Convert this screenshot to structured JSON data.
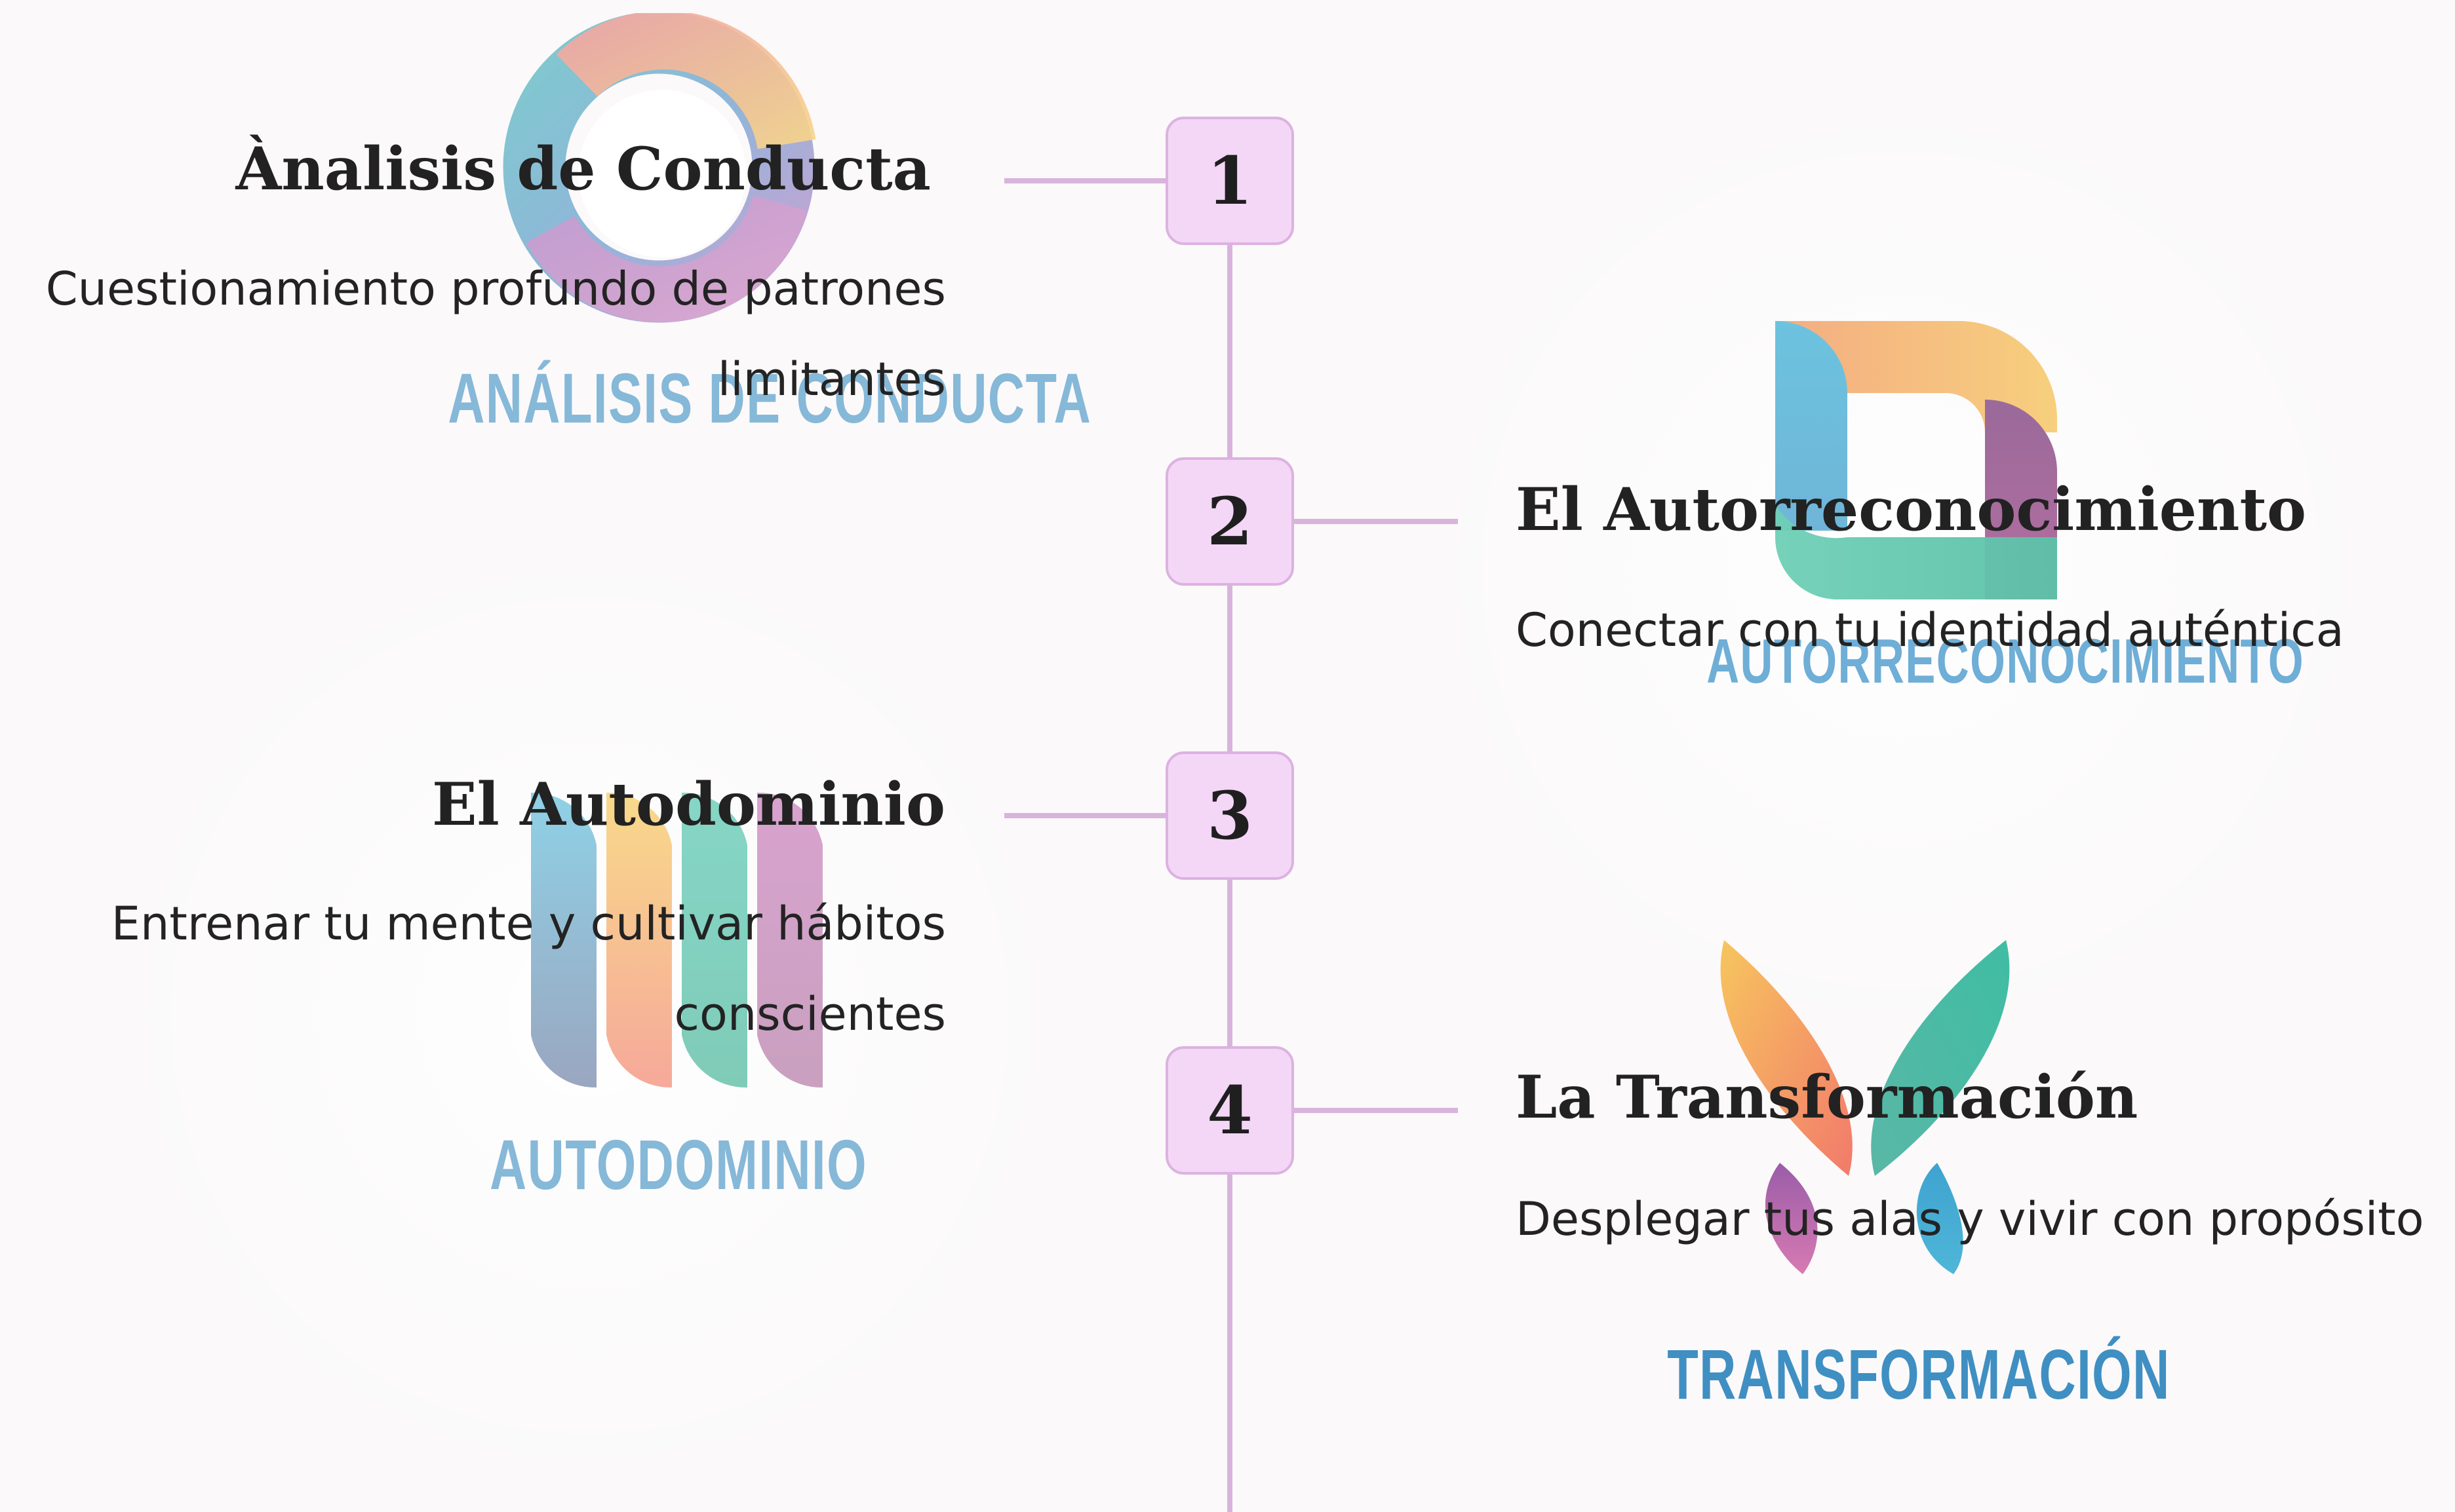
{
  "colors": {
    "line": "#d8b4dc",
    "step_fill": "#f4d6f7",
    "step_border": "#dcb2e0",
    "text": "#222222",
    "caption_blue": "#7fb3d6",
    "caption_deep_blue": "#3f8fc2"
  },
  "steps": [
    {
      "number": "1",
      "title": "Ànalisis de Conducta",
      "description": "Cuestionamiento profundo de patrones limitantes",
      "logo_caption": "ANÁLISIS DE CONDUCTA",
      "logo_icon": "ring-icon"
    },
    {
      "number": "2",
      "title": "El Autorreconocimiento",
      "description": "Conectar con tu identidad auténtica",
      "logo_caption": "AUTORRECONOCIMIENTO",
      "logo_icon": "rounded-square-icon"
    },
    {
      "number": "3",
      "title": "El Autodominio",
      "description": "Entrenar tu mente y cultivar hábitos conscientes",
      "logo_caption": "AUTODOMINIO",
      "logo_icon": "four-bars-icon"
    },
    {
      "number": "4",
      "title": "La Transformación",
      "description": "Desplegar tus alas y vivir con propósito",
      "logo_caption": "TRANSFORMACIÓN",
      "logo_icon": "butterfly-icon"
    }
  ]
}
